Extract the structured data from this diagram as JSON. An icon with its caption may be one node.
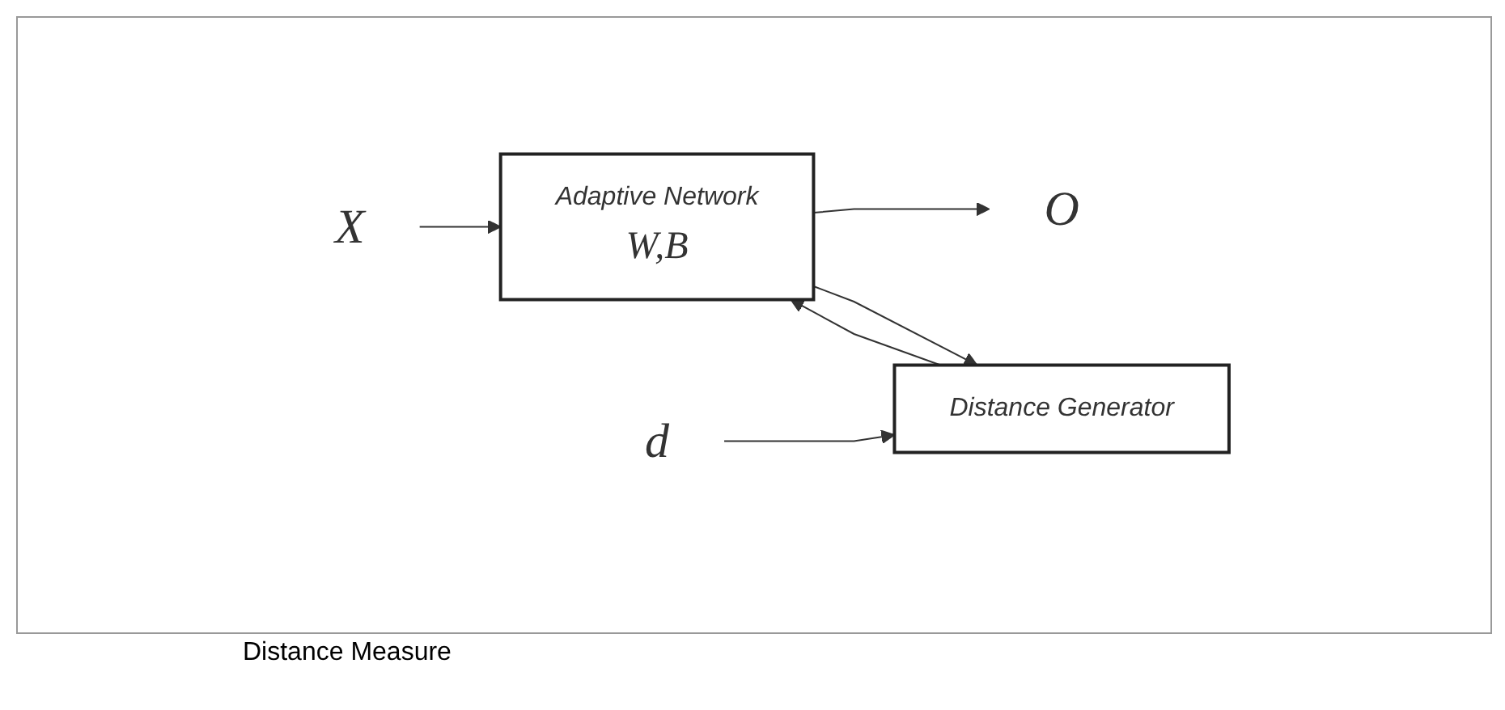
{
  "diagram": {
    "nodes": [
      {
        "text": [
          "X"
        ]
      },
      {
        "text": [
          "Adaptive Network",
          "W,B"
        ]
      },
      {
        "text": [
          "O"
        ]
      },
      {
        "text": [
          "Distance Generator"
        ]
      },
      {
        "text": [
          "d"
        ]
      }
    ],
    "edges": [
      {
        "from": 0,
        "to": 1,
        "arrow": "to"
      },
      {
        "from": 1,
        "to": 2,
        "arrow": "to"
      },
      {
        "from": 1,
        "to": 3,
        "arrow": "to"
      },
      {
        "from": 3,
        "to": 1,
        "arrow": "to"
      },
      {
        "from": 4,
        "to": 3,
        "arrow": "to"
      }
    ],
    "labels": [
      "Distance Measure"
    ]
  }
}
